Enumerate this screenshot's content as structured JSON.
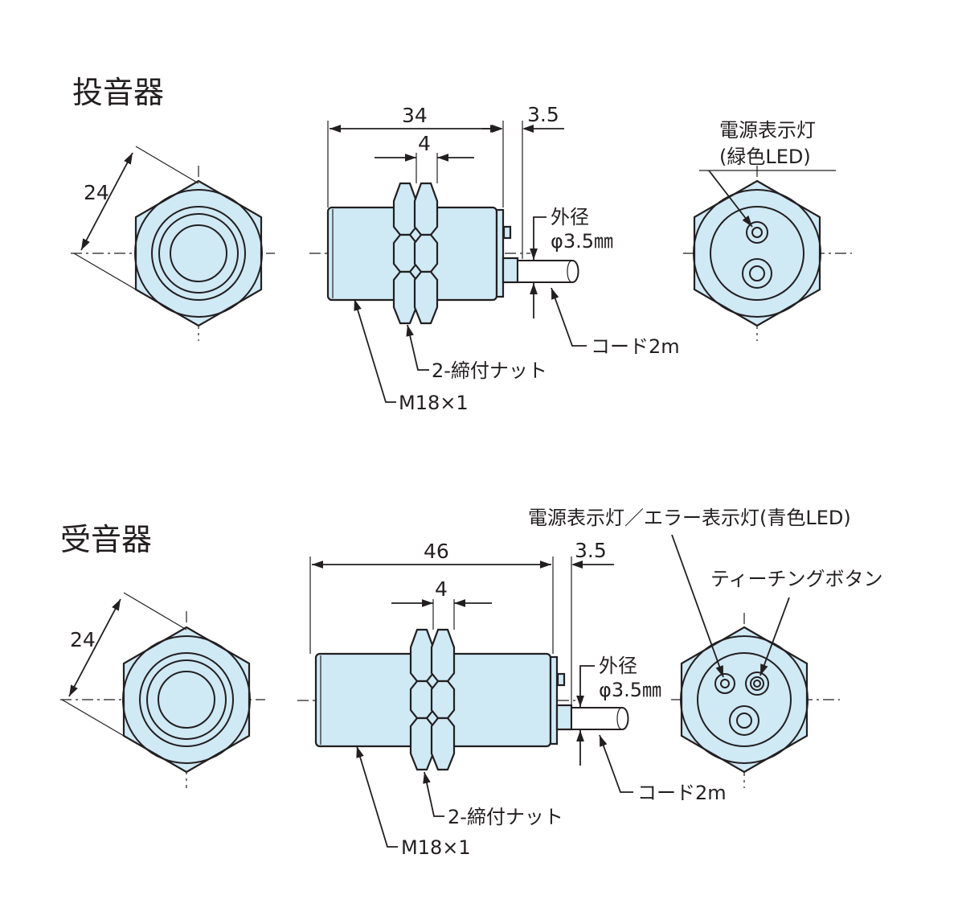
{
  "emitter": {
    "title": "投音器",
    "hex_width": "24",
    "body_length": "34",
    "nut_width": "4",
    "cable_offset": "3.5",
    "led_label_line1": "電源表示灯",
    "led_label_line2": "(緑色LED)",
    "cable_dia_line1": "外径",
    "cable_dia_line2": "φ3.5㎜",
    "cord_label": "コード2m",
    "nut_label": "2-締付ナット",
    "thread_label": "M18×1"
  },
  "receiver": {
    "title": "受音器",
    "hex_width": "24",
    "body_length": "46",
    "nut_width": "4",
    "cable_offset": "3.5",
    "led_label": "電源表示灯／エラー表示灯(青色LED)",
    "button_label": "ティーチングボタン",
    "cable_dia_line1": "外径",
    "cable_dia_line2": "φ3.5㎜",
    "cord_label": "コード2m",
    "nut_label": "2-締付ナット",
    "thread_label": "M18×1"
  },
  "colors": {
    "body": "#cfe9f5",
    "line": "#231f20"
  }
}
